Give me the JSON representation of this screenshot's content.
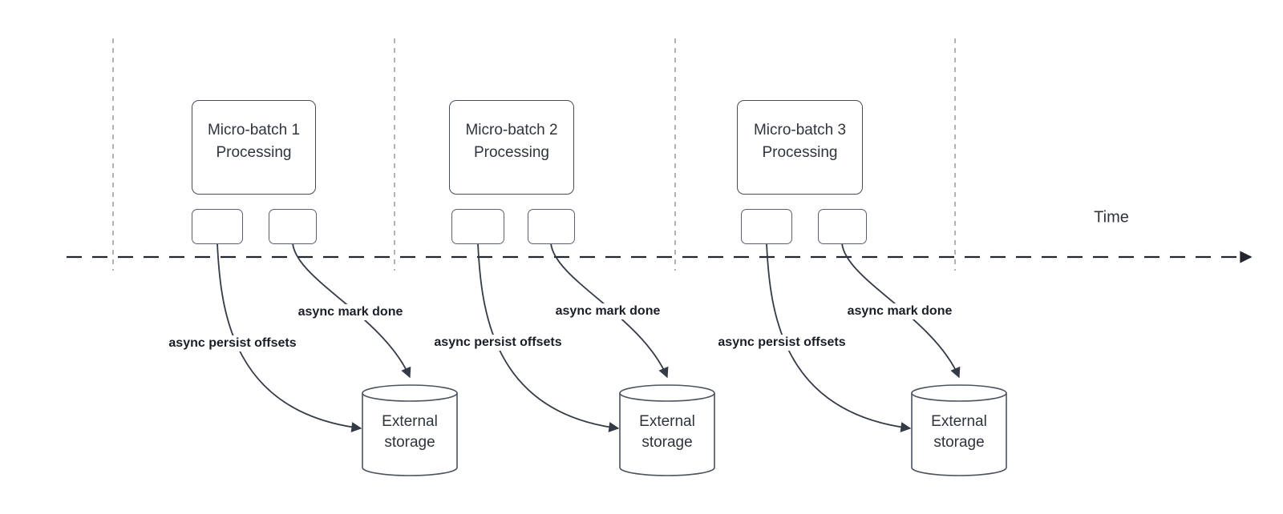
{
  "diagram": {
    "time_label": "Time",
    "groups": [
      {
        "processing_label": "Micro-batch 1\nProcessing",
        "persist_arrow_label": "async persist offsets",
        "mark_done_arrow_label": "async mark done",
        "storage_label": "External\nstorage"
      },
      {
        "processing_label": "Micro-batch 2\nProcessing",
        "persist_arrow_label": "async persist offsets",
        "mark_done_arrow_label": "async mark done",
        "storage_label": "External\nstorage"
      },
      {
        "processing_label": "Micro-batch 3\nProcessing",
        "persist_arrow_label": "async persist offsets",
        "mark_done_arrow_label": "async mark done",
        "storage_label": "External\nstorage"
      }
    ],
    "colors": {
      "background": "#ffffff",
      "shape_stroke": "#474d59",
      "mini_box_stroke": "#5a606c",
      "connector_stroke": "#343a46",
      "time_axis_stroke": "#23262e",
      "guide_stroke": "#a6a6aa",
      "text": "#2f343d",
      "edge_label_text": "#1a1e27"
    }
  }
}
